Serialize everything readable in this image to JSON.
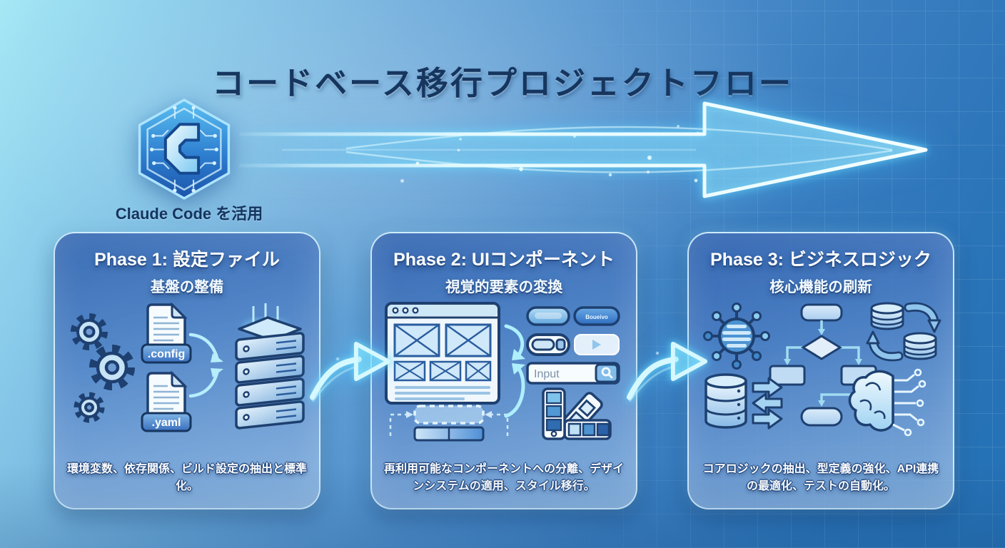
{
  "title": "コードベース移行プロジェクトフロー",
  "logo": {
    "letter": "C",
    "label": "Claude Code を活用"
  },
  "phases": [
    {
      "header": "Phase 1: 設定ファイル",
      "subtitle": "基盤の整備",
      "description": "環境変数、依存関係、ビルド設定の抽出と標準化。",
      "file_labels": [
        ".config",
        ".yaml"
      ]
    },
    {
      "header": "Phase 2: UIコンポーネント",
      "subtitle": "視覚的要素の変換",
      "description": "再利用可能なコンポーネントへの分離、デザインシステムの適用、スタイル移行。",
      "button_label": "Boueivo",
      "input_placeholder": "Input"
    },
    {
      "header": "Phase 3: ビジネスロジック",
      "subtitle": "核心機能の刷新",
      "description": "コアロジックの抽出、型定義の強化、API連携の最適化、テストの自動化。"
    }
  ],
  "colors": {
    "accent_cyan": "#7fe9ff",
    "deep_navy": "#16365f",
    "card_border": "#d8f3ff",
    "bg_light": "#a6e8f5",
    "bg_deep": "#2471b5"
  }
}
